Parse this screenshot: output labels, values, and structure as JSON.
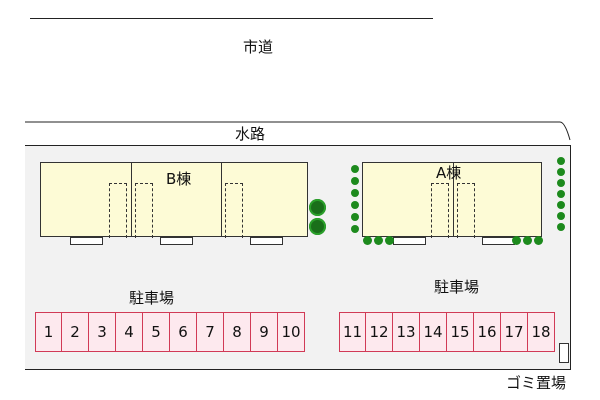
{
  "labels": {
    "city_road": "市道",
    "waterway": "水路",
    "building_b": "B棟",
    "building_a": "A棟",
    "parking_left": "駐車場",
    "parking_right": "駐車場",
    "garbage": "ゴミ置場"
  },
  "parking": {
    "left": [
      "1",
      "2",
      "3",
      "4",
      "5",
      "6",
      "7",
      "8",
      "9",
      "10"
    ],
    "right": [
      "11",
      "12",
      "13",
      "14",
      "15",
      "16",
      "17",
      "18"
    ]
  },
  "colors": {
    "building_fill": "#fdfbd6",
    "parking_border": "#d13a56",
    "parking_fill": "#fde9ee",
    "tree": "#1d8a1d",
    "ground": "#f2f2f2"
  }
}
